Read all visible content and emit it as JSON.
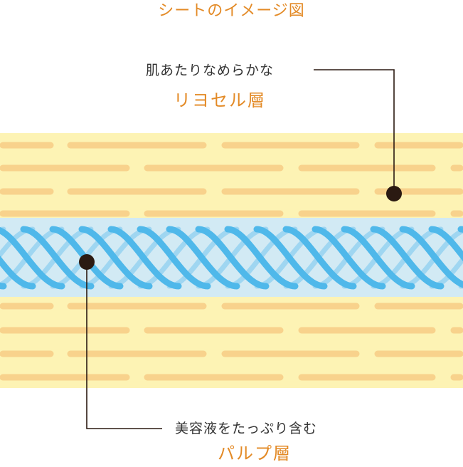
{
  "title": "シートのイメージ図",
  "top_callout": {
    "description": "肌あたりなめらかな",
    "layer_name": "リヨセル層"
  },
  "bottom_callout": {
    "description": "美容液をたっぷり含む",
    "layer_name": "パルプ層"
  },
  "colors": {
    "accent": "#e38a26",
    "sheet_bg": "#fdf3b4",
    "fiber_stripe": "#f8d28c",
    "pulp_band": "#d2eaf4",
    "pulp_fiber_light": "#9fd6f1",
    "pulp_fiber": "#4fb8ea",
    "leader_line": "#2b1a12"
  }
}
